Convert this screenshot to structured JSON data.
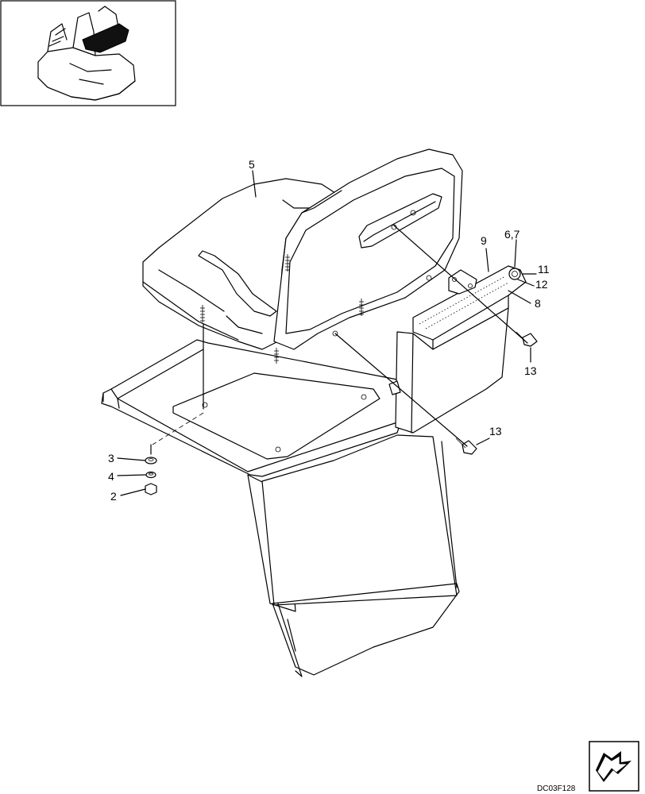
{
  "diagram": {
    "drawing_code": "DC03F128",
    "callouts": [
      {
        "id": "callout-5",
        "text": "5"
      },
      {
        "id": "callout-9",
        "text": "9"
      },
      {
        "id": "callout-6-7",
        "text": "6,7"
      },
      {
        "id": "callout-11",
        "text": "11"
      },
      {
        "id": "callout-12",
        "text": "12"
      },
      {
        "id": "callout-8",
        "text": "8"
      },
      {
        "id": "callout-13-upper",
        "text": "13"
      },
      {
        "id": "callout-13-lower",
        "text": "13"
      },
      {
        "id": "callout-3",
        "text": "3"
      },
      {
        "id": "callout-4",
        "text": "4"
      },
      {
        "id": "callout-2",
        "text": "2"
      }
    ],
    "icons": [
      "locator-thumbnail-icon",
      "next-page-arrow-icon"
    ]
  }
}
